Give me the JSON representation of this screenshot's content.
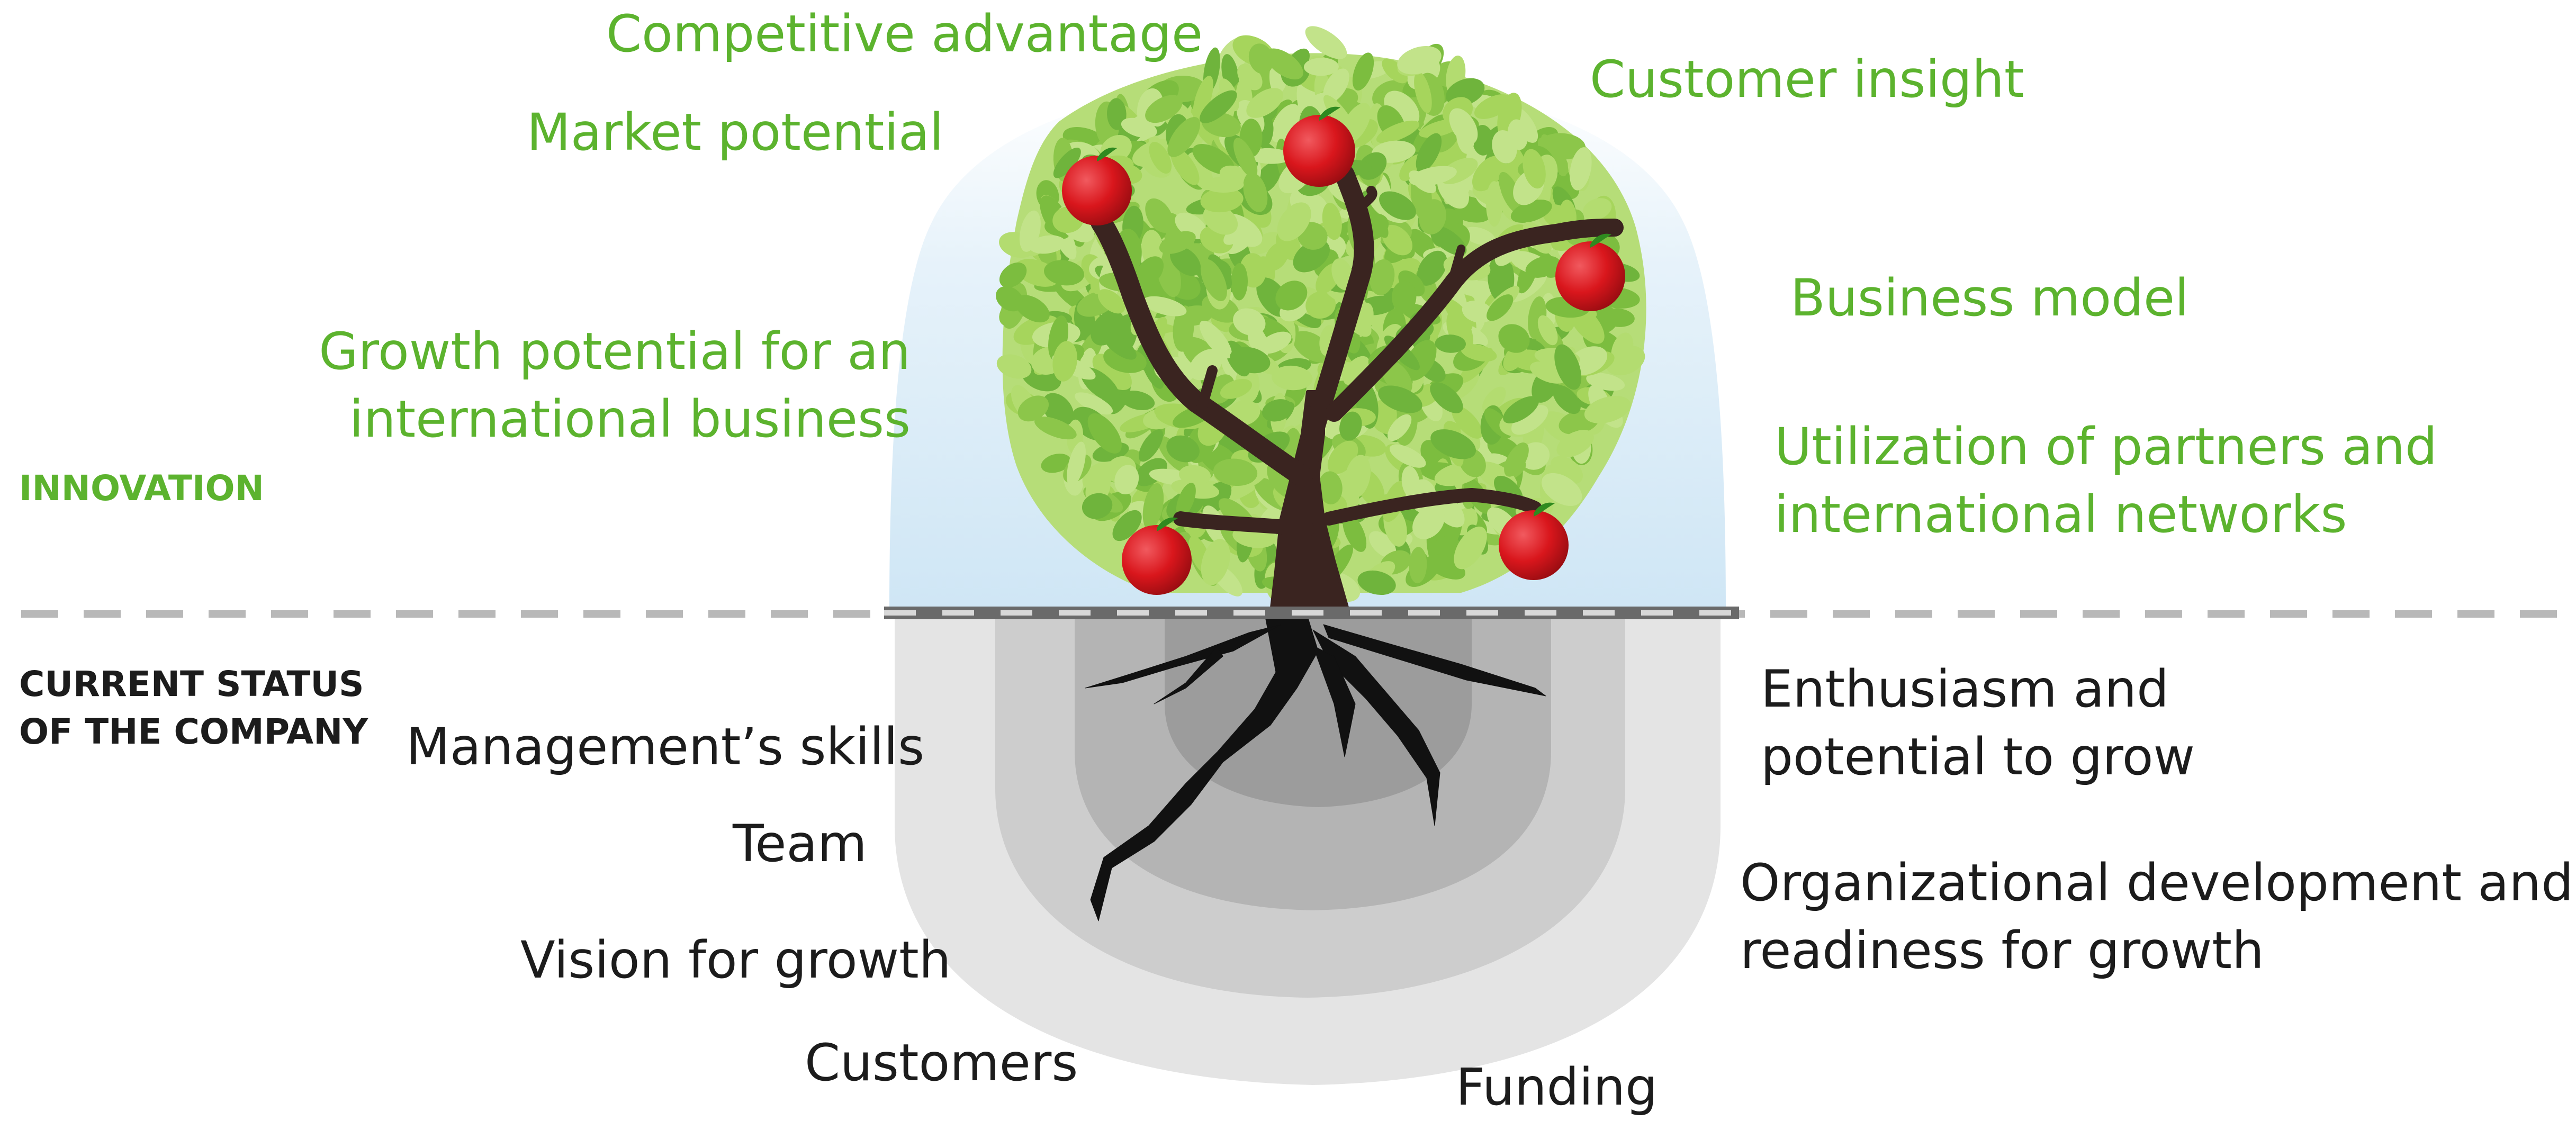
{
  "sections": {
    "innovation": "INNOVATION",
    "current_status": [
      "CURRENT STATUS",
      "OF THE COMPANY"
    ]
  },
  "innovation_items": {
    "competitive_advantage": "Competitive advantage",
    "market_potential": "Market potential",
    "customer_insight": "Customer insight",
    "business_model": "Business model",
    "growth_potential": [
      "Growth potential for an",
      "international business"
    ],
    "partners_networks": [
      "Utilization of partners and",
      "international networks"
    ]
  },
  "status_items": {
    "management_skills": "Management’s skills",
    "team": "Team",
    "vision": "Vision for growth",
    "customers": "Customers",
    "funding": "Funding",
    "enthusiasm": [
      "Enthusiasm and",
      "potential to grow"
    ],
    "organizational": [
      "Organizational development and",
      "readiness for growth"
    ]
  },
  "colors": {
    "innovation_text": "#5cb32e",
    "status_text": "#1c1c1c",
    "leaves_light": "#a6d55c",
    "leaves_dark": "#6fb43c",
    "trunk": "#3a2420",
    "apple": "#d9161c",
    "sky": "#d6eaf7",
    "ground_outer": "#e2e2e2",
    "ground_inner": "#8e8e8e",
    "divider": "#b8b8b8"
  }
}
